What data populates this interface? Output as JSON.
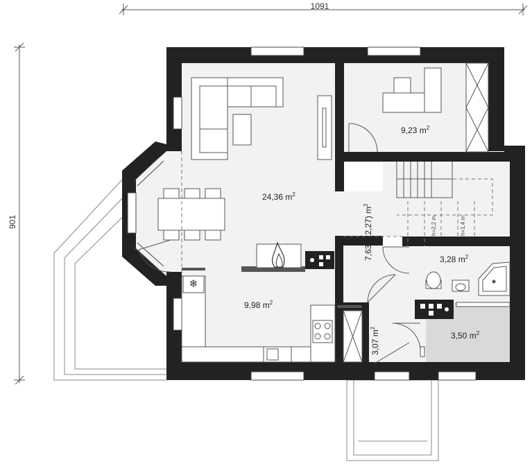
{
  "dimensions": {
    "width": "1091",
    "depth": "901"
  },
  "rooms": {
    "living": {
      "area": "24,36 m",
      "sup": "2"
    },
    "office": {
      "area": "9,23 m",
      "sup": "2"
    },
    "hall": {
      "area": "7,63 (12,27) m",
      "sup": "2"
    },
    "kitchen": {
      "area": "9,98 m",
      "sup": "2"
    },
    "bath": {
      "area": "3,28 m",
      "sup": "2"
    },
    "utility": {
      "area": "3,50 m",
      "sup": "2"
    },
    "entry": {
      "area": "3,07 m",
      "sup": "2"
    }
  },
  "stairs": {
    "h1": "h=2,2 m",
    "h2": "h=1,4 m"
  },
  "colors": {
    "wall": "#222222",
    "floor": "#f2f2f2",
    "utility_floor": "#d9d9d9",
    "line": "#666666"
  },
  "icons": {
    "fridge": "snowflake-icon",
    "fireplace": "flame-icon"
  }
}
